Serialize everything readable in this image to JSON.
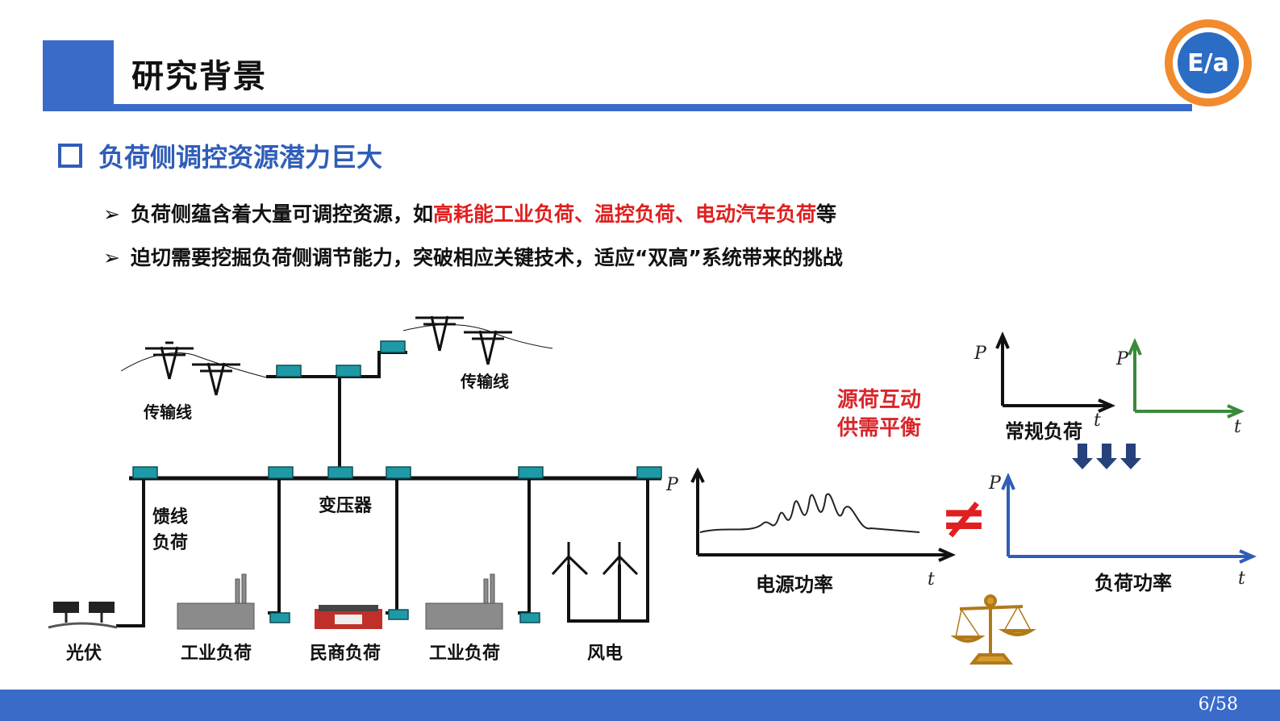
{
  "header": {
    "title": "研究背景"
  },
  "section": {
    "heading": "负荷侧调控资源潜力巨大"
  },
  "bullets": [
    {
      "marker": "➢",
      "text_before": "负荷侧蕴含着大量可调控资源，如",
      "highlight": "高耗能工业负荷、温控负荷、电动汽车负荷",
      "text_after": "等"
    },
    {
      "marker": "➢",
      "text": "迫切需要挖掘负荷侧调节能力，突破相应关键技术，适应“双高”系统带来的挑战"
    }
  ],
  "diagram": {
    "transmission_line_left": "传输线",
    "transmission_line_right": "传输线",
    "feeder_load_1": "馈线",
    "feeder_load_2": "负荷",
    "transformer": "变压器",
    "pv": "光伏",
    "industrial_load_1": "工业负荷",
    "residential_commercial_load": "民商负荷",
    "industrial_load_2": "工业负荷",
    "wind": "风电",
    "interaction_line1": "源荷互动",
    "interaction_line2": "供需平衡",
    "power_source_label": "电源功率",
    "load_power_label": "负荷功率",
    "conventional_load_label": "常规负荷",
    "axis_p": "P",
    "axis_t": "t",
    "not_equal_symbol": "≠"
  },
  "colors": {
    "accent": "#3a6bc9",
    "heading": "#2f5db8",
    "highlight": "#e02020",
    "green_axis": "#3a8a3a"
  },
  "footer": {
    "page": "6/58"
  }
}
